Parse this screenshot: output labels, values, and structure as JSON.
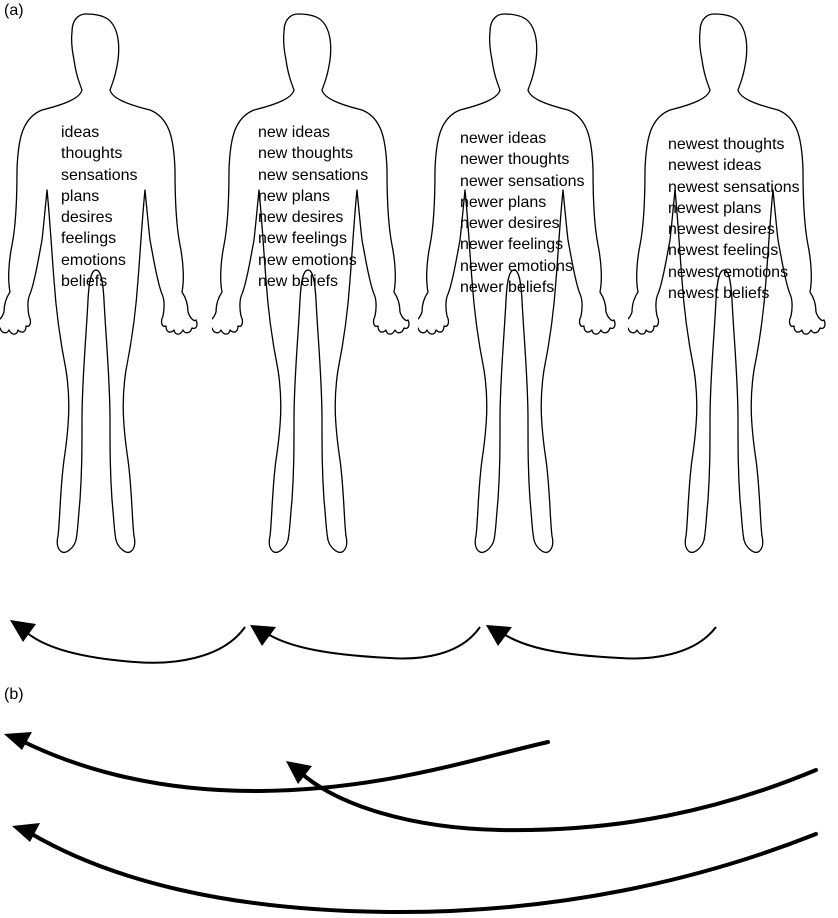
{
  "panels": {
    "a_label": "(a)",
    "b_label": "(b)"
  },
  "figures": [
    {
      "words": [
        "ideas",
        "thoughts",
        "sensations",
        "plans",
        "desires",
        "feelings",
        "emotions",
        "beliefs"
      ]
    },
    {
      "words": [
        "new ideas",
        "new thoughts",
        "new sensations",
        "new plans",
        "new desires",
        "new feelings",
        "new emotions",
        "new beliefs"
      ]
    },
    {
      "words": [
        "newer ideas",
        "newer thoughts",
        "newer sensations",
        "newer plans",
        "newer desires",
        "newer feelings",
        "newer emotions",
        "newer beliefs"
      ]
    },
    {
      "words": [
        "newest thoughts",
        "newest ideas",
        "newest sensations",
        "newest plans",
        "newest desires",
        "newest feelings",
        "newest emotions",
        "newest beliefs"
      ]
    }
  ],
  "colors": {
    "line": "#000000",
    "background": "#ffffff"
  }
}
